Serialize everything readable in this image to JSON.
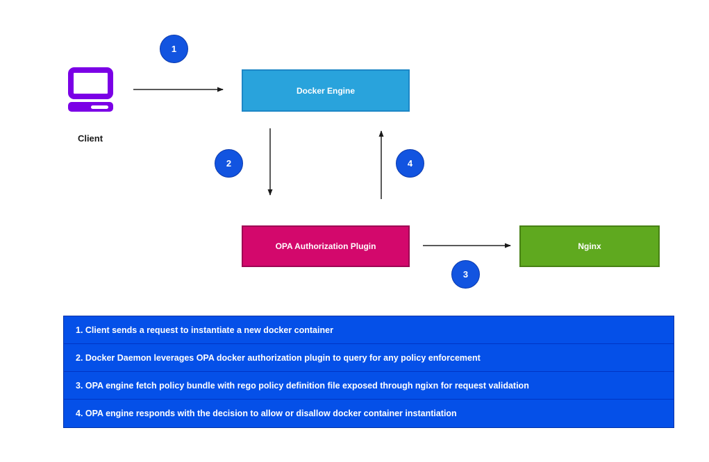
{
  "diagram": {
    "client": {
      "label": "Client"
    },
    "nodes": {
      "docker": {
        "label": "Docker Engine"
      },
      "opa": {
        "label": "OPA Authorization Plugin"
      },
      "nginx": {
        "label": "Nginx"
      }
    },
    "badges": {
      "b1": {
        "label": "1"
      },
      "b2": {
        "label": "2"
      },
      "b3": {
        "label": "3"
      },
      "b4": {
        "label": "4"
      }
    }
  },
  "legend": {
    "rows": [
      {
        "text": "1. Client sends a request to instantiate a new docker container"
      },
      {
        "text": "2. Docker Daemon leverages OPA docker authorization plugin to query for any policy enforcement"
      },
      {
        "text": "3. OPA engine fetch policy bundle with rego policy definition file exposed through ngixn for request validation"
      },
      {
        "text": "4. OPA engine responds with the decision to allow or disallow docker container instantiation"
      }
    ]
  },
  "colors": {
    "docker-fill": "#29A3DC",
    "docker-border": "#1D87C6",
    "opa-fill": "#D3086C",
    "opa-border": "#9E0554",
    "nginx-fill": "#5FA91F",
    "nginx-border": "#478114",
    "badge-fill": "#1254E0",
    "badge-border": "#0B3AAE",
    "legend-fill": "#0550E8",
    "legend-divider": "#0035C4",
    "legend-border": "#0030A8",
    "client-purple": "#7B00E6",
    "arrow": "#595959",
    "arrowhead": "#1A1A1A",
    "label-text": "#1A1A1A"
  }
}
